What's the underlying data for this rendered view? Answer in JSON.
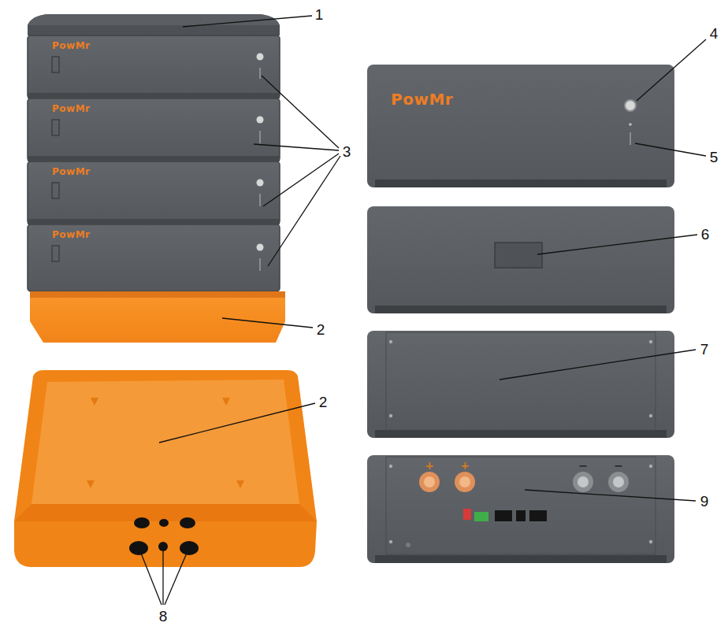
{
  "diagram": {
    "labels": [
      "1",
      "PowMr",
      "PowMr",
      "PowMr",
      "PowMr",
      "3",
      "2",
      "4",
      "PowMr",
      "5",
      "6",
      "7",
      "2",
      "8",
      "9",
      "+",
      "+",
      "−",
      "−"
    ]
  }
}
